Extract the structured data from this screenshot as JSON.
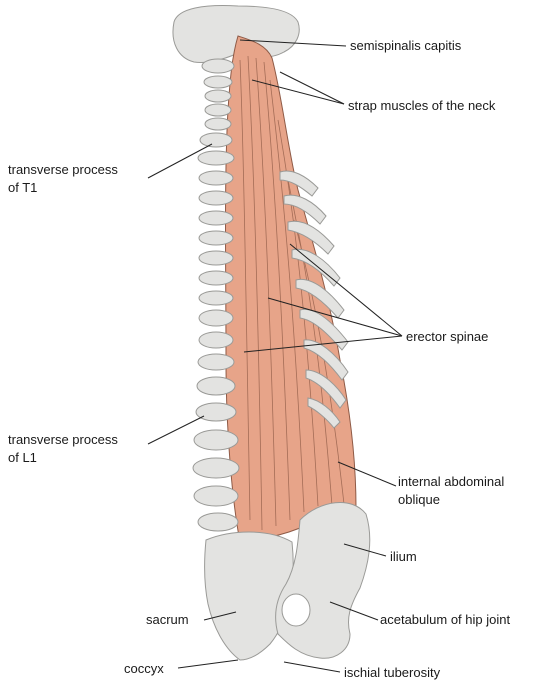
{
  "labels": {
    "semispinalis_capitis": "semispinalis capitis",
    "strap_muscles": "strap muscles of the neck",
    "transverse_t1_line1": "transverse process",
    "transverse_t1_line2": "of T1",
    "erector_spinae": "erector spinae",
    "transverse_l1_line1": "transverse process",
    "transverse_l1_line2": "of L1",
    "internal_oblique_line1": "internal abdominal",
    "internal_oblique_line2": "oblique",
    "ilium": "ilium",
    "sacrum": "sacrum",
    "acetabulum": "acetabulum of hip joint",
    "coccyx": "coccyx",
    "ischial_tuberosity": "ischial tuberosity"
  },
  "colors": {
    "bone": "#e3e3e1",
    "bone_shadow": "#b9b9b6",
    "muscle": "#e7a489",
    "muscle_dark": "#8e5a46",
    "leader": "#222222"
  }
}
